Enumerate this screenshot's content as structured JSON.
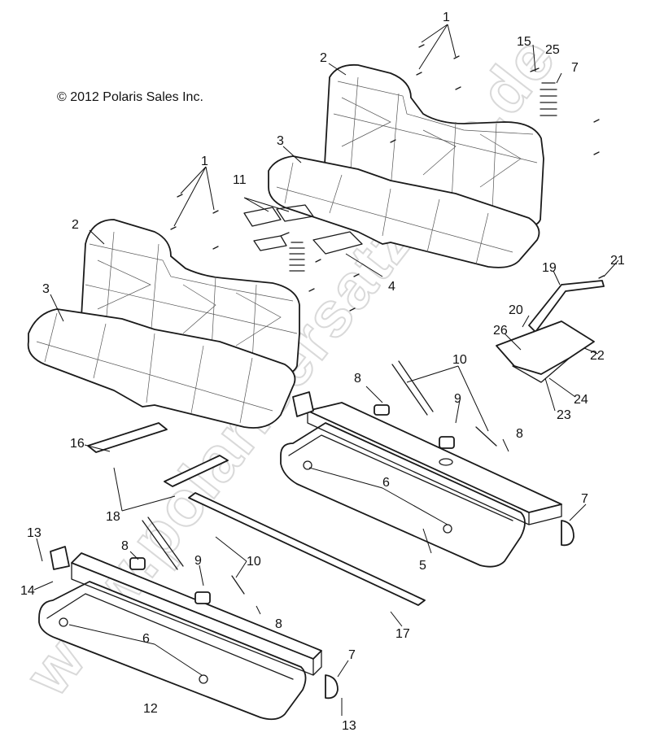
{
  "copyright": "© 2012 Polaris Sales Inc.",
  "watermark": "www.polarisersatzteile.de",
  "colors": {
    "line": "#1a1a1a",
    "watermark": "#d9d9d9",
    "background": "#ffffff"
  },
  "callouts": {
    "c1a": "1",
    "c1b": "1",
    "c2a": "2",
    "c2b": "2",
    "c3a": "3",
    "c3b": "3",
    "c4": "4",
    "c5": "5",
    "c6a": "6",
    "c6b": "6",
    "c7a": "7",
    "c7b": "7",
    "c7c": "7",
    "c8a": "8",
    "c8b": "8",
    "c8c": "8",
    "c8d": "8",
    "c9a": "9",
    "c9b": "9",
    "c10a": "10",
    "c10b": "10",
    "c11": "11",
    "c12": "12",
    "c13a": "13",
    "c13b": "13",
    "c14": "14",
    "c15": "15",
    "c16": "16",
    "c17": "17",
    "c18": "18",
    "c19": "19",
    "c20": "20",
    "c21": "21",
    "c22": "22",
    "c23": "23",
    "c24": "24",
    "c25": "25",
    "c26": "26"
  }
}
